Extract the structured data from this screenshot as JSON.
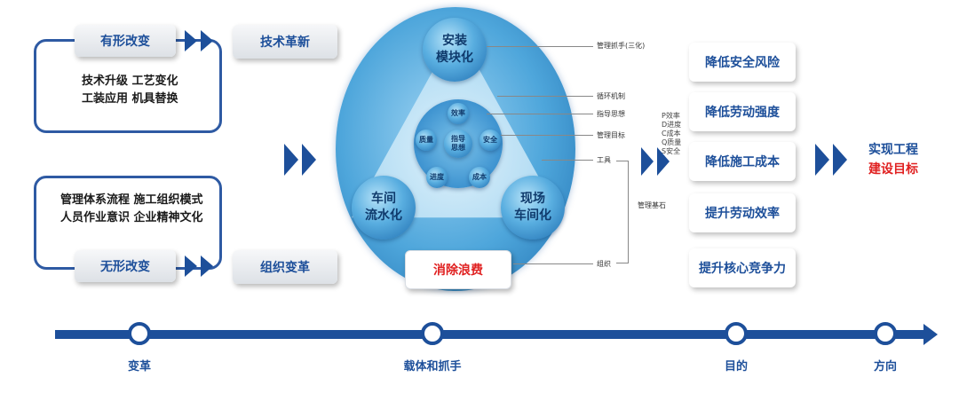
{
  "left": {
    "tangible": {
      "label": "有形改变",
      "result": "技术革新",
      "lines": [
        "技术升级  工艺变化",
        "工装应用  机具替换"
      ]
    },
    "intangible": {
      "label": "无形改变",
      "result": "组织变革",
      "lines": [
        "管理体系流程  施工组织模式",
        "人员作业意识  企业精神文化"
      ]
    }
  },
  "center": {
    "top_ball": "安装\n模块化",
    "left_ball": "车间\n流水化",
    "right_ball": "现场\n车间化",
    "core": "指导\n思想",
    "satellites": [
      "效率",
      "安全",
      "成本",
      "进度",
      "质量"
    ],
    "eliminate_waste": "消除浪费",
    "callouts": [
      "管理抓手(三化)",
      "循环机制",
      "指导思想",
      "管理目标",
      "工具",
      "管理基石",
      "组织"
    ]
  },
  "pdcq": [
    "P效率",
    "D进度",
    "C成本",
    "Q质量",
    "S安全"
  ],
  "results": [
    "降低安全风险",
    "降低劳动强度",
    "降低施工成本",
    "提升劳动效率",
    "提升核心竞争力"
  ],
  "goal": {
    "line1": "实现工程",
    "line2": "建设目标"
  },
  "timeline": [
    "变革",
    "载体和抓手",
    "目的",
    "方向"
  ],
  "colors": {
    "primary": "#1d4f9a",
    "goal_red": "#e02020",
    "waste_red": "#e02020"
  }
}
